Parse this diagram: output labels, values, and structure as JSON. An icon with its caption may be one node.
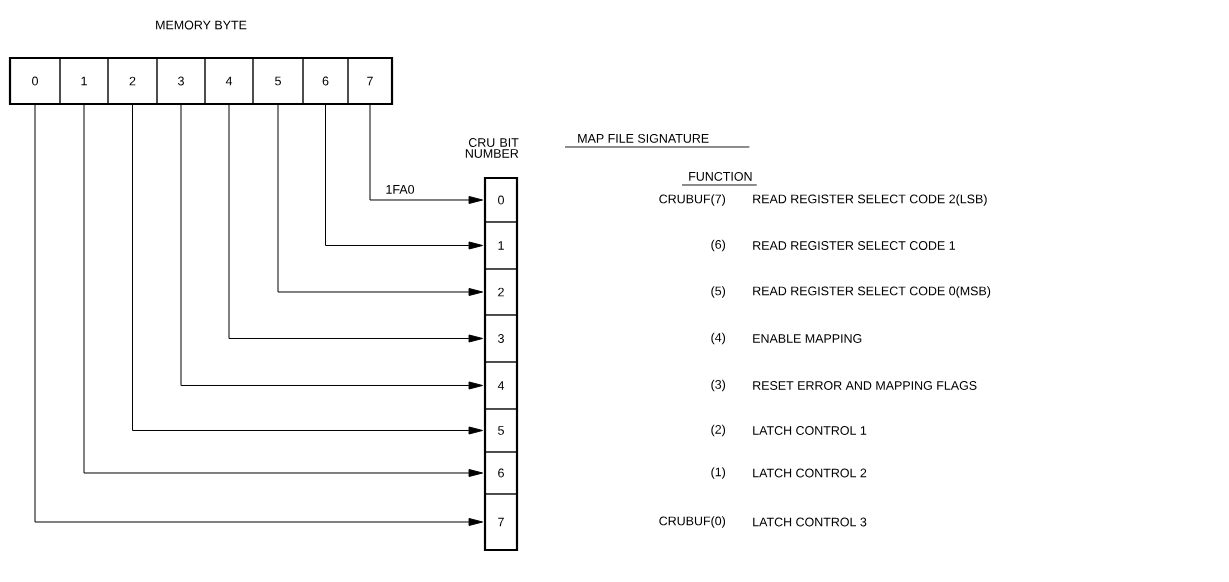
{
  "diagram": {
    "nodes": [
      {
        "text": [
          "MEMORY BYTE"
        ]
      },
      {
        "text": [
          "0"
        ],
        "in": 0
      },
      {
        "text": [
          "1"
        ],
        "in": 0
      },
      {
        "text": [
          "2"
        ],
        "in": 0
      },
      {
        "text": [
          "3"
        ],
        "in": 0
      },
      {
        "text": [
          "4"
        ],
        "in": 0
      },
      {
        "text": [
          "5"
        ],
        "in": 0
      },
      {
        "text": [
          "6"
        ],
        "in": 0
      },
      {
        "text": [
          "7"
        ],
        "in": 0
      },
      {
        "text": [
          "CRU BIT NUMBER"
        ]
      },
      {
        "text": [
          "0"
        ],
        "in": 9
      },
      {
        "text": [
          "1"
        ],
        "in": 9
      },
      {
        "text": [
          "2"
        ],
        "in": 9
      },
      {
        "text": [
          "3"
        ],
        "in": 9
      },
      {
        "text": [
          "4"
        ],
        "in": 9
      },
      {
        "text": [
          "5"
        ],
        "in": 9
      },
      {
        "text": [
          "6"
        ],
        "in": 9
      },
      {
        "text": [
          "7"
        ],
        "in": 9
      }
    ],
    "edges": [
      {
        "from": 8,
        "to": 10,
        "arrow": "to",
        "label": "1FA0"
      },
      {
        "from": 7,
        "to": 11,
        "arrow": "to"
      },
      {
        "from": 6,
        "to": 12,
        "arrow": "to"
      },
      {
        "from": 5,
        "to": 13,
        "arrow": "to"
      },
      {
        "from": 4,
        "to": 14,
        "arrow": "to"
      },
      {
        "from": 3,
        "to": 15,
        "arrow": "to"
      },
      {
        "from": 2,
        "to": 16,
        "arrow": "to"
      },
      {
        "from": 1,
        "to": 17,
        "arrow": "to"
      }
    ],
    "labels": [
      "MAP FILE SIGNATURE",
      "FUNCTION",
      "CRUBUF(7)",
      "READ REGISTER SELECT CODE 2(LSB)",
      "(6)",
      "READ REGISTER SELECT CODE 1",
      "(5)",
      "READ REGISTER SELECT CODE 0(MSB)",
      "(4)",
      "ENABLE MAPPING",
      "(3)",
      "RESET ERROR AND MAPPING FLAGS",
      "(2)",
      "LATCH CONTROL 1",
      "(1)",
      "LATCH CONTROL 2",
      "CRUBUF(0)",
      "LATCH CONTROL 3"
    ]
  }
}
